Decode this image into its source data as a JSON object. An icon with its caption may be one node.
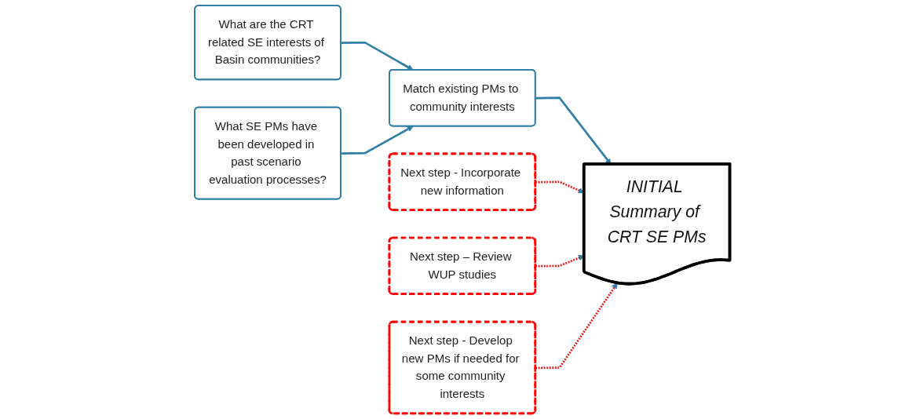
{
  "diagram": {
    "nodes": [
      {
        "text": [
          "What are the CRT related SE interests of Basin communities?"
        ]
      },
      {
        "text": [
          "Match existing PMs to community interests"
        ]
      },
      {
        "text": [
          "What SE PMs have been developed in past scenario evaluation processes?"
        ]
      },
      {
        "text": [
          "INITIAL Summary of CRT SE PMs"
        ]
      },
      {
        "text": [
          "Next step - Incorporate new information"
        ]
      },
      {
        "text": [
          "Next step – Review WUP studies"
        ]
      },
      {
        "text": [
          "Next step - Develop new PMs if needed for some community interests"
        ]
      }
    ],
    "edges": [
      {
        "from": 0,
        "to": 1,
        "arrow": "to"
      },
      {
        "from": 2,
        "to": 1,
        "arrow": "to"
      },
      {
        "from": 1,
        "to": 3,
        "arrow": "to"
      },
      {
        "from": 4,
        "to": 3,
        "arrow": "to",
        "style": "dashed",
        "color": "#ff0000"
      },
      {
        "from": 5,
        "to": 3,
        "arrow": "to",
        "style": "dashed",
        "color": "#ff0000"
      },
      {
        "from": 6,
        "to": 3,
        "arrow": "to",
        "style": "dashed",
        "color": "#ff0000"
      }
    ]
  }
}
